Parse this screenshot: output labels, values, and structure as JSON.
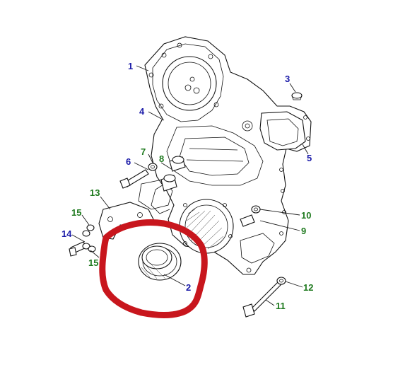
{
  "diagram": {
    "highlight_color": "#c8161d",
    "callouts": [
      {
        "id": "c1",
        "label": "1",
        "color": "blue"
      },
      {
        "id": "c2",
        "label": "2",
        "color": "blue"
      },
      {
        "id": "c3",
        "label": "3",
        "color": "blue"
      },
      {
        "id": "c4",
        "label": "4",
        "color": "blue"
      },
      {
        "id": "c5",
        "label": "5",
        "color": "blue"
      },
      {
        "id": "c6",
        "label": "6",
        "color": "blue"
      },
      {
        "id": "c7",
        "label": "7",
        "color": "green"
      },
      {
        "id": "c8",
        "label": "8",
        "color": "green"
      },
      {
        "id": "c9",
        "label": "9",
        "color": "green"
      },
      {
        "id": "c10",
        "label": "10",
        "color": "green"
      },
      {
        "id": "c11",
        "label": "11",
        "color": "green"
      },
      {
        "id": "c12",
        "label": "12",
        "color": "green"
      },
      {
        "id": "c13",
        "label": "13",
        "color": "green"
      },
      {
        "id": "c14",
        "label": "14",
        "color": "blue"
      },
      {
        "id": "c15a",
        "label": "15",
        "color": "green"
      },
      {
        "id": "c15b",
        "label": "15",
        "color": "green"
      }
    ]
  }
}
